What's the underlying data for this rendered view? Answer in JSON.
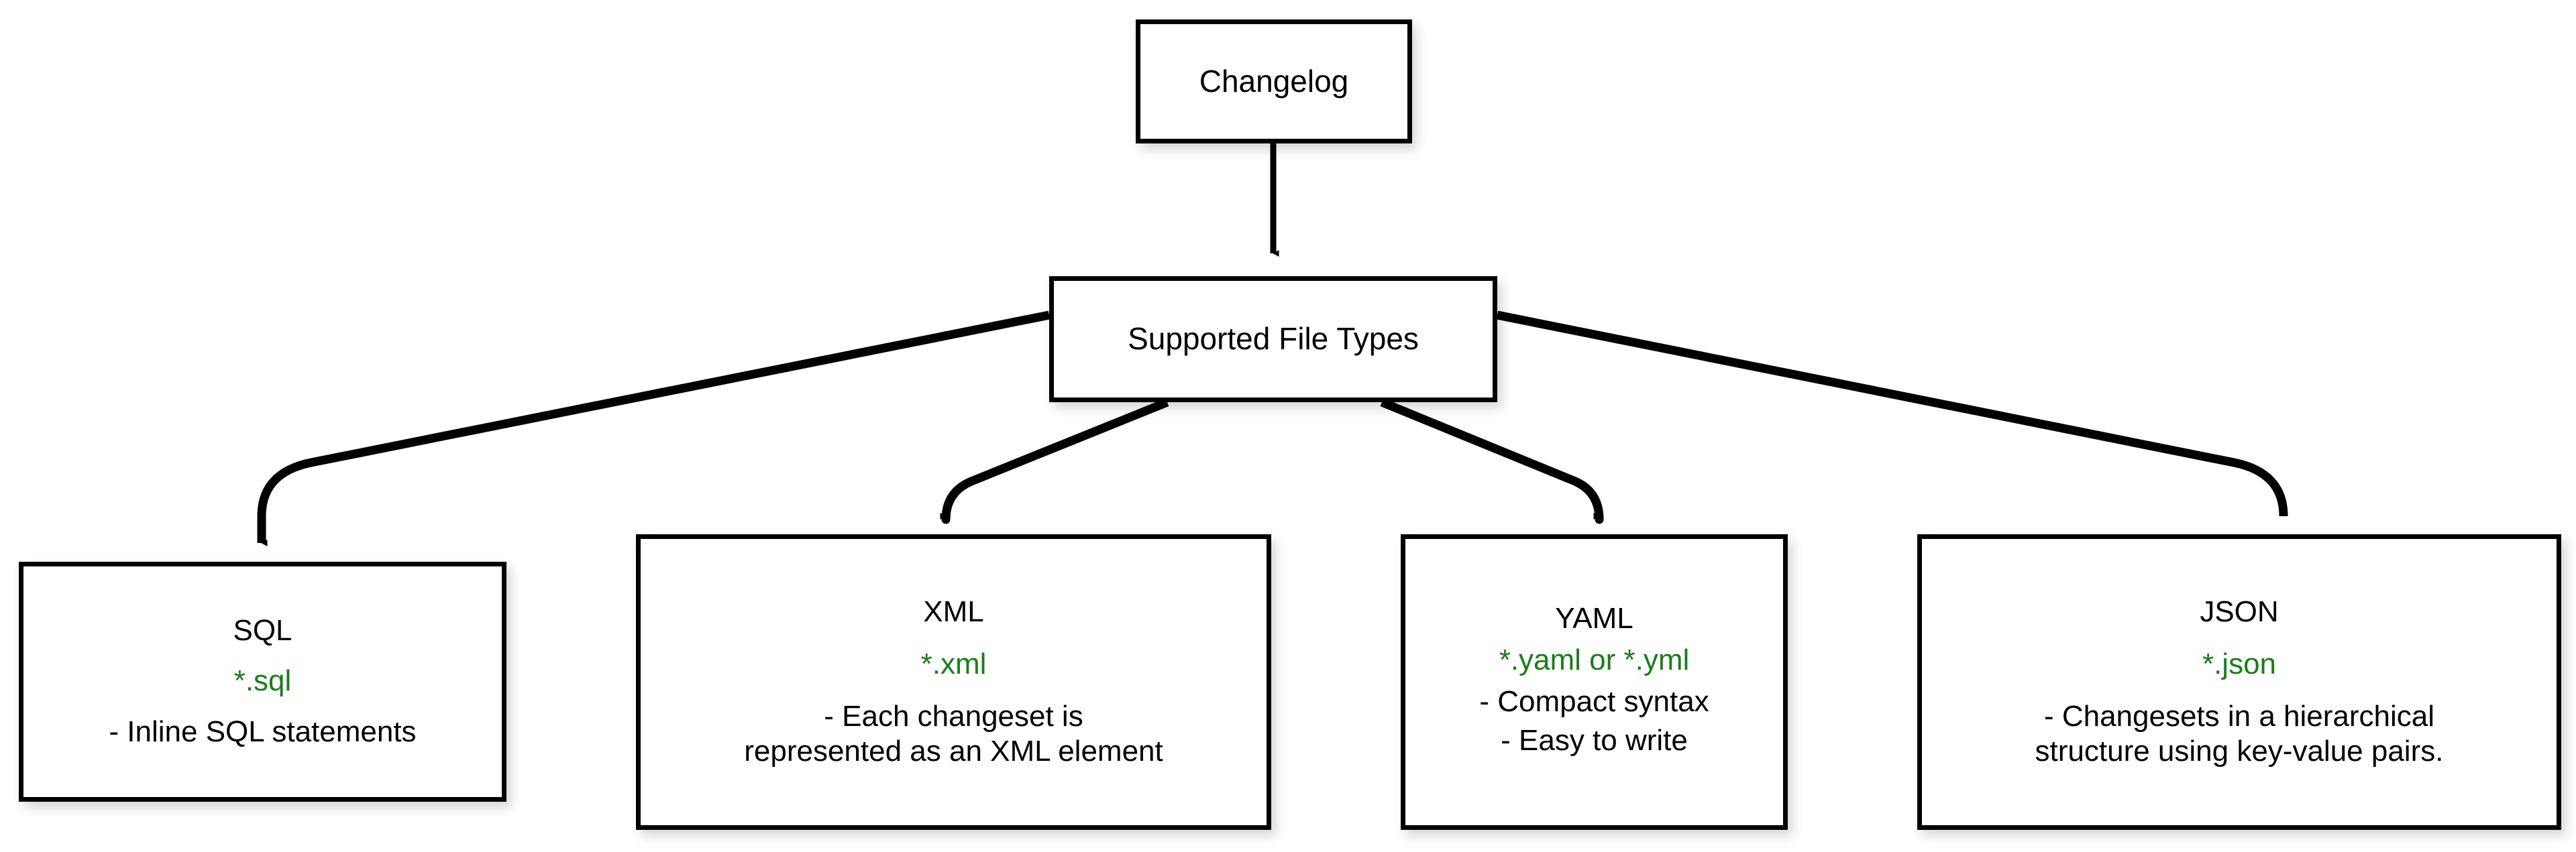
{
  "diagram": {
    "title": "Changelog Supported File Types",
    "orientation": "top-down",
    "accent_color": "#1a7d1a",
    "line_color": "#000000",
    "box_fill": "#ffffff",
    "background": "#ffffff"
  },
  "nodes": {
    "changelog": {
      "label": "Changelog"
    },
    "supported": {
      "label": "Supported File Types"
    },
    "sql": {
      "title": "SQL",
      "extension": "*.sql",
      "desc_line1": "- Inline SQL statements"
    },
    "xml": {
      "title": "XML",
      "extension": "*.xml",
      "desc_line1": "- Each changeset is",
      "desc_line2": "represented as an XML element"
    },
    "yaml": {
      "title": "YAML",
      "extension": "*.yaml or *.yml",
      "desc_line1": "- Compact syntax",
      "desc_line2": "- Easy to write"
    },
    "json": {
      "title": "JSON",
      "extension": "*.json",
      "desc_line1": "- Changesets in a hierarchical",
      "desc_line2": "structure using key-value pairs."
    }
  },
  "edges": [
    {
      "from": "changelog",
      "to": "supported",
      "arrow": "down"
    },
    {
      "from": "supported",
      "to": "sql",
      "arrow": "down"
    },
    {
      "from": "supported",
      "to": "xml",
      "arrow": "down"
    },
    {
      "from": "supported",
      "to": "yaml",
      "arrow": "down"
    },
    {
      "from": "supported",
      "to": "json",
      "arrow": "down"
    }
  ]
}
